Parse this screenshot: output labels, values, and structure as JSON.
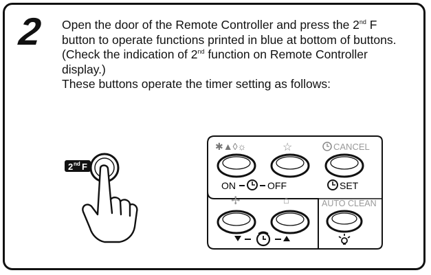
{
  "step": {
    "number": "2"
  },
  "instructions": {
    "line1_pre": "Open the door of the Remote Controller and press the 2",
    "line1_sup": "nd",
    "line1_post": " F button to operate functions printed in blue at bottom of buttons.",
    "line2_pre": "(Check the indication of 2",
    "line2_sup": "nd",
    "line2_post": " function on Remote Controller display.)",
    "line3": "These buttons operate the timer setting as follows:"
  },
  "illustration": {
    "second_f_key": {
      "num": "2",
      "sup": "nd",
      "letter": "F"
    },
    "panel": {
      "on_off_label": {
        "on": "ON",
        "off": "OFF"
      },
      "cancel_label": "CANCEL",
      "set_label": "SET",
      "auto_clean_label": "AUTO CLEAN"
    }
  }
}
